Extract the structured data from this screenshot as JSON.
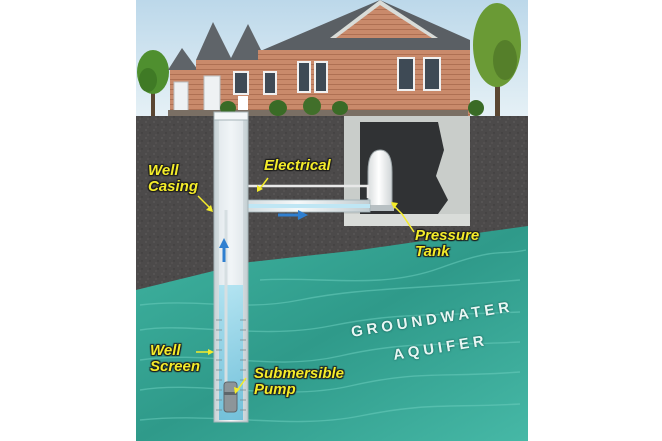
{
  "labels": {
    "well_casing": "Well\nCasing",
    "electrical": "Electrical",
    "pressure_tank": "Pressure\nTank",
    "groundwater": "GROUNDWATER",
    "aquifer": "AQUIFER",
    "well_screen": "Well\nScreen",
    "submersible_pump": "Submersible\nPump"
  },
  "colors": {
    "sky": "#cfe4f0",
    "soil": "#4a4848",
    "aquifer": "#3fae9c",
    "label": "#f4ec2a",
    "siding": "#c4876a",
    "roof": "#5f6469",
    "casing": "#e9eef0",
    "water": "#8fd3ec"
  }
}
